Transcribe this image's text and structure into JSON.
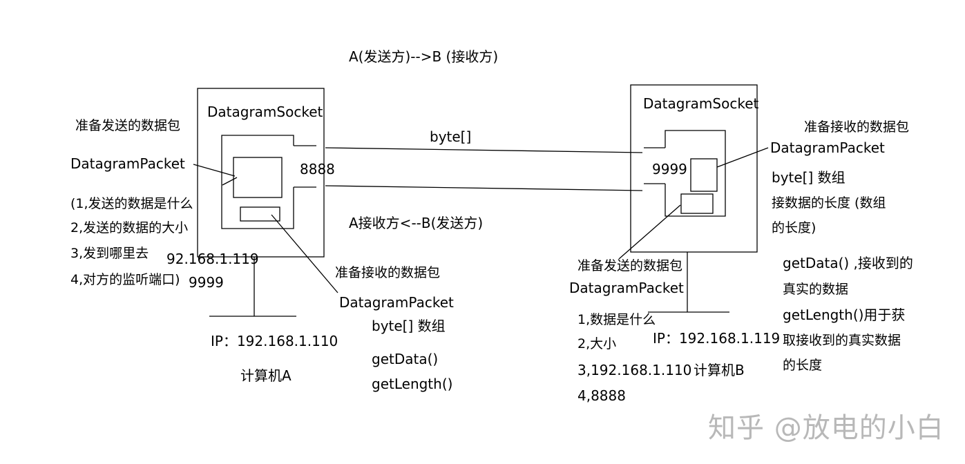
{
  "header": "A(发送方)-->B (接收方)",
  "bottom_label": "A接收方<--B(发送方)",
  "transfer_label": "byte[]",
  "computer_a": {
    "socket_title": "DatagramSocket",
    "port": "8888",
    "send_packet_label": "准备发送的数据包",
    "send_packet_class": "DatagramPacket",
    "send_items": [
      "(1,发送的数据是什么",
      "2,发送的数据的大小",
      "3,发到哪里去",
      "4,对方的监听端口)"
    ],
    "target_ip": "92.168.1.119",
    "target_port": "9999",
    "recv_packet_label": "准备接收的数据包",
    "recv_packet_class": "DatagramPacket",
    "recv_items": [
      "byte[] 数组",
      "getData()",
      "getLength()"
    ],
    "ip": "IP：192.168.1.110",
    "name": "计算机A"
  },
  "computer_b": {
    "socket_title": "DatagramSocket",
    "port": "9999",
    "recv_packet_label": "准备接收的数据包",
    "recv_packet_class": "DatagramPacket",
    "recv_items": [
      "byte[] 数组",
      "接数据的长度  (数组",
      "的长度)"
    ],
    "methods": [
      "getData() ,接收到的",
      "真实的数据",
      "getLength()用于获",
      "取接收到的真实数据",
      "的长度"
    ],
    "send_packet_label": "准备发送的数据包",
    "send_packet_class": "DatagramPacket",
    "send_items": [
      "1,数据是什么",
      "2,大小",
      "3,192.168.1.110",
      "4,8888"
    ],
    "ip": "IP：192.168.1.119",
    "name": "计算机B"
  },
  "watermark": "知乎 @放电的小白"
}
